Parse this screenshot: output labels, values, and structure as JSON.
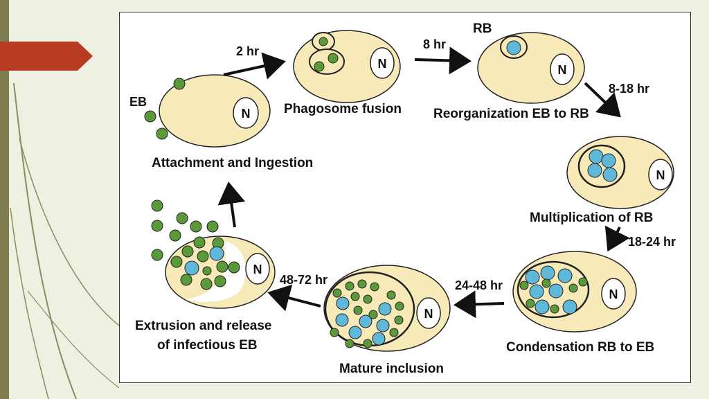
{
  "colors": {
    "cell_fill": "#f7e9b8",
    "eb_green": "#5a9a3a",
    "rb_blue": "#5fb8d8",
    "arrow": "#111111",
    "accent_red": "#b73a22",
    "slide_bg": "#eef1e2",
    "sidebar": "#7f7c52"
  },
  "nucleus_label": "N",
  "stages": {
    "attachment": "Attachment and Ingestion",
    "phagosome": "Phagosome fusion",
    "reorganization": "Reorganization EB to RB",
    "multiplication": "Multiplication of RB",
    "condensation": "Condensation RB to EB",
    "mature": "Mature inclusion",
    "extrusion_line1": "Extrusion and release",
    "extrusion_line2": "of infectious EB"
  },
  "labels": {
    "eb": "EB",
    "rb": "RB"
  },
  "times": {
    "t1": "2 hr",
    "t2": "8 hr",
    "t3": "8-18 hr",
    "t4": "18-24 hr",
    "t5": "24-48 hr",
    "t6": "48-72 hr"
  }
}
